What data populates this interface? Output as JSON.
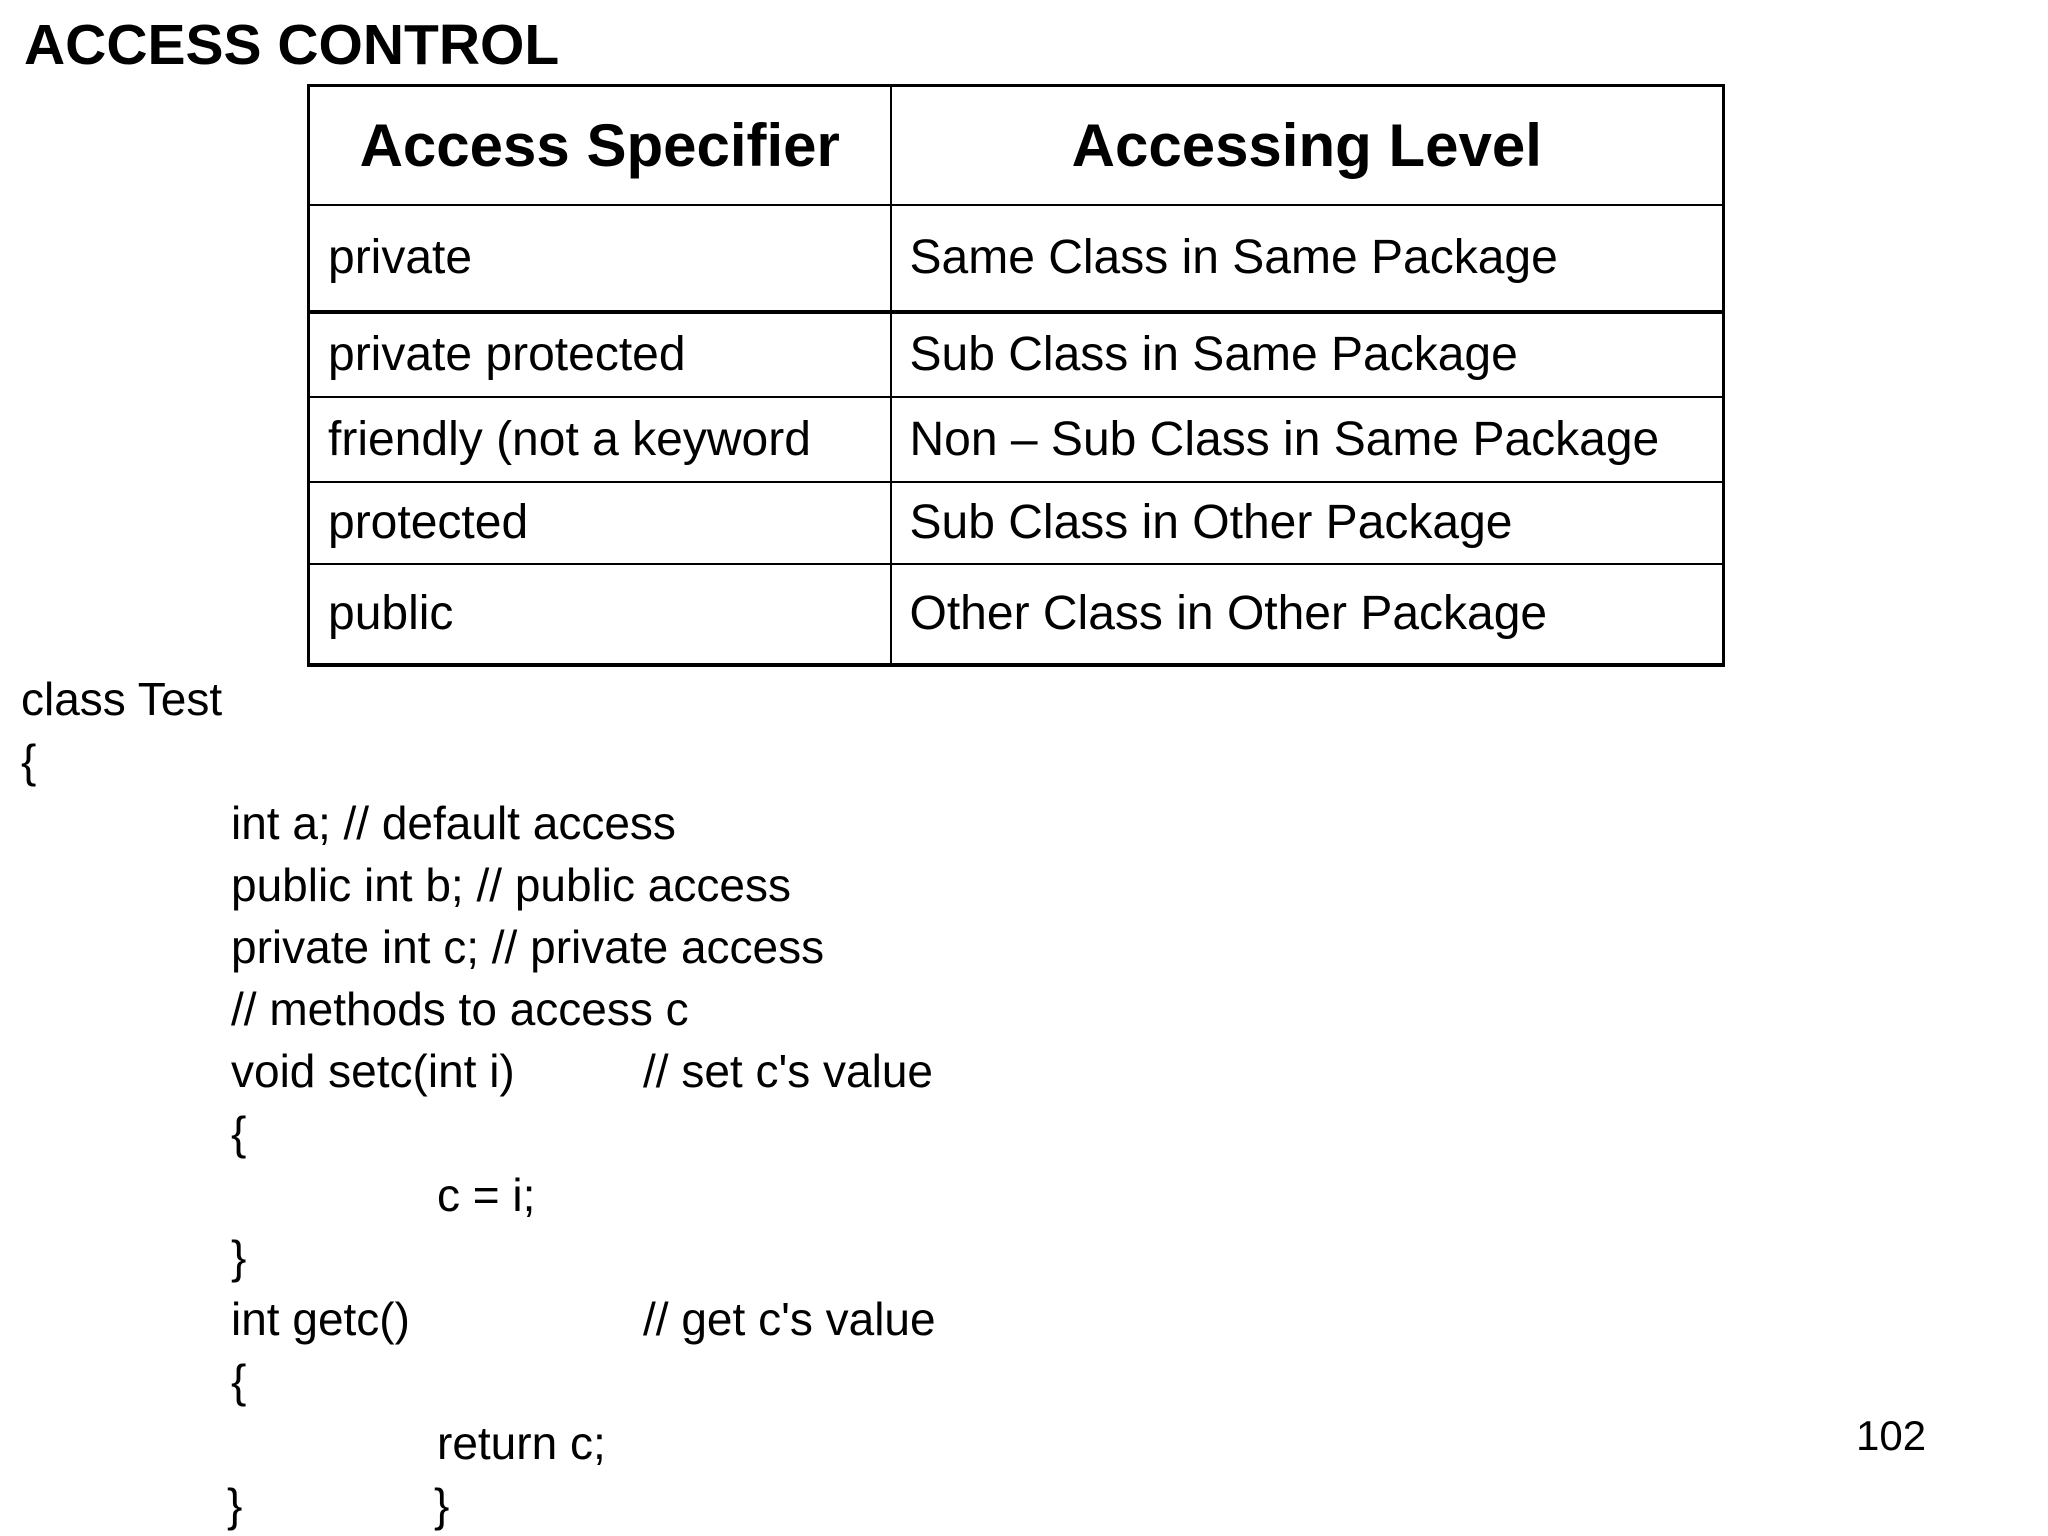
{
  "page": {
    "title": "ACCESS CONTROL",
    "page_number": "102"
  },
  "colors": {
    "background": "#ffffff",
    "text": "#000000",
    "table_border": "#000000"
  },
  "table": {
    "headers": {
      "specifier": "Access Specifier",
      "level": "Accessing Level"
    },
    "rows": [
      {
        "specifier": "private",
        "level": "Same Class in Same Package"
      },
      {
        "specifier": "private protected",
        "level": "Sub Class in Same Package"
      },
      {
        "specifier": "friendly (not a keyword",
        "level": "Non – Sub Class in Same Package"
      },
      {
        "specifier": "protected",
        "level": "Sub Class in Other Package"
      },
      {
        "specifier": "public",
        "level": "Other Class in Other Package"
      }
    ]
  },
  "code": {
    "lines": [
      {
        "text": "class Test"
      },
      {
        "text": "{"
      },
      {
        "text": "int a; // default access"
      },
      {
        "text": "public int b; // public access"
      },
      {
        "text": "private int c; // private access"
      },
      {
        "text": "// methods to access c"
      },
      {
        "text": "void setc(int i)",
        "comment": "// set c's value"
      },
      {
        "text": "{"
      },
      {
        "text": "c = i;"
      },
      {
        "text": "}"
      },
      {
        "text": "int getc()",
        "comment": "// get c's value"
      },
      {
        "text": "{"
      },
      {
        "text": "return c;"
      },
      {
        "text": "}",
        "extra": "}"
      }
    ]
  }
}
